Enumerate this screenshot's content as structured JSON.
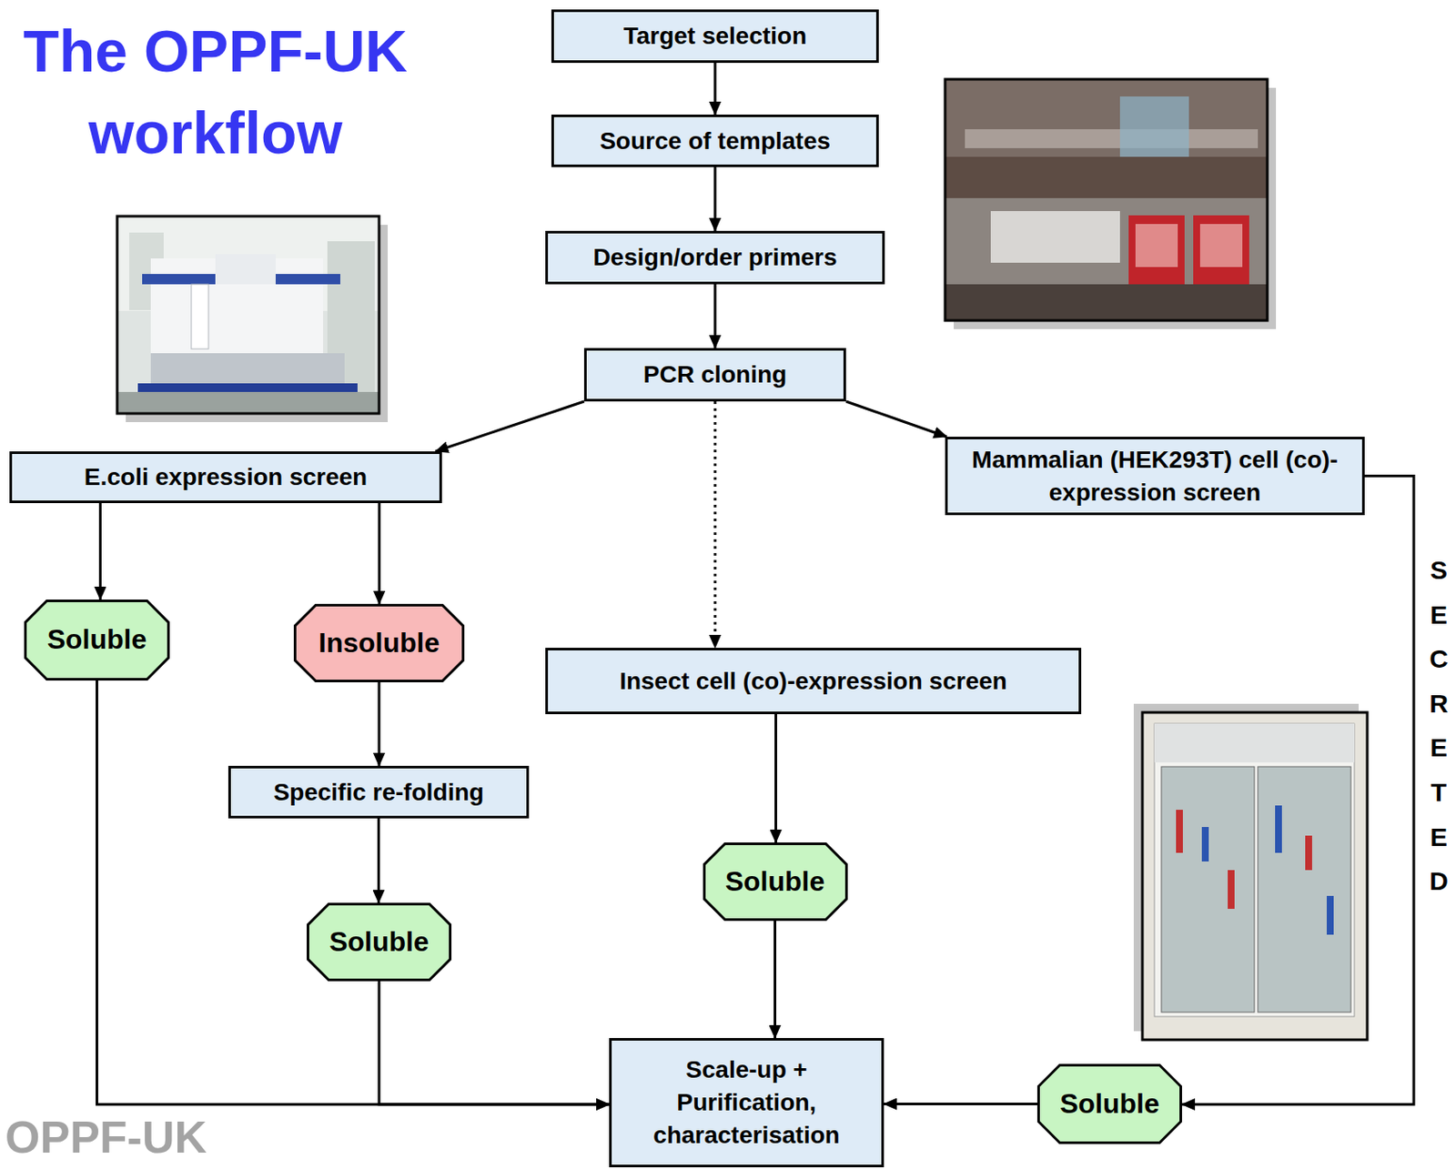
{
  "diagram": {
    "title": "The OPPF-UK workflow",
    "nodes": [
      {
        "text": [
          "Target selection"
        ]
      },
      {
        "text": [
          "Source of templates"
        ]
      },
      {
        "text": [
          "Design/order primers"
        ]
      },
      {
        "text": [
          "PCR cloning"
        ]
      },
      {
        "text": [
          "E.coli expression screen"
        ]
      },
      {
        "text": [
          "Mammalian (HEK293T) cell (co)-expression screen"
        ]
      },
      {
        "text": [
          "Soluble"
        ]
      },
      {
        "text": [
          "Insoluble"
        ]
      },
      {
        "text": [
          "Insect cell (co)-expression screen"
        ]
      },
      {
        "text": [
          "Specific re-folding"
        ]
      },
      {
        "text": [
          "Soluble"
        ]
      },
      {
        "text": [
          "Soluble"
        ]
      },
      {
        "text": [
          "Scale-up + Purification, characterisation"
        ]
      },
      {
        "text": [
          "Soluble"
        ]
      }
    ],
    "edges": [
      {
        "from": 0,
        "to": 1,
        "arrow": "to"
      },
      {
        "from": 1,
        "to": 2,
        "arrow": "to"
      },
      {
        "from": 2,
        "to": 3,
        "arrow": "to"
      },
      {
        "from": 3,
        "to": 4,
        "arrow": "to"
      },
      {
        "from": 3,
        "to": 5,
        "arrow": "to"
      },
      {
        "from": 3,
        "to": 8,
        "arrow": "to"
      },
      {
        "from": 4,
        "to": 6,
        "arrow": "to"
      },
      {
        "from": 4,
        "to": 7,
        "arrow": "to"
      },
      {
        "from": 7,
        "to": 9,
        "arrow": "to"
      },
      {
        "from": 9,
        "to": 10,
        "arrow": "to"
      },
      {
        "from": 8,
        "to": 11,
        "arrow": "to"
      },
      {
        "from": 11,
        "to": 12,
        "arrow": "to"
      },
      {
        "from": 6,
        "to": 12,
        "arrow": "to"
      },
      {
        "from": 10,
        "to": 12,
        "arrow": "to"
      },
      {
        "from": 5,
        "to": 13,
        "arrow": "to"
      },
      {
        "from": 13,
        "to": 12,
        "arrow": "to"
      }
    ],
    "labels": [
      "SECRETED",
      "OPPF-UK"
    ]
  }
}
